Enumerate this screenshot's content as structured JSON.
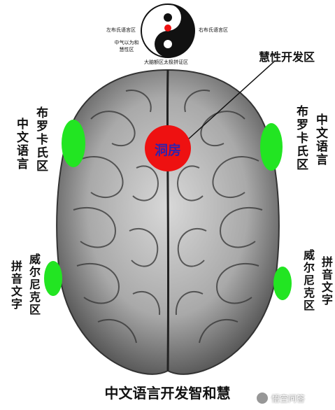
{
  "taiji": {
    "left_label": "左布氏语言区",
    "right_label": "右布氏语言区",
    "center_label": "中气以为和\n慧性区",
    "bottom_label": "大脑额区太极拼证区"
  },
  "top_right_title": "慧性开发区",
  "center_spot_label": "洞房",
  "left_labels": {
    "broca_title": "布罗卡氏区",
    "broca_desc": "中文语言",
    "wernicke_title": "威尔尼克区",
    "wernicke_desc": "拼音文字"
  },
  "right_labels": {
    "broca_title": "布罗卡氏区",
    "broca_desc": "中文语言",
    "wernicke_title": "威尔尼克区",
    "wernicke_desc": "拼音文字"
  },
  "caption": "中文语言开发智和慧",
  "watermark": "悟空问答",
  "colors": {
    "green_spot": "#22e522",
    "red_spot": "#ee1111",
    "center_text": "#3322aa"
  }
}
